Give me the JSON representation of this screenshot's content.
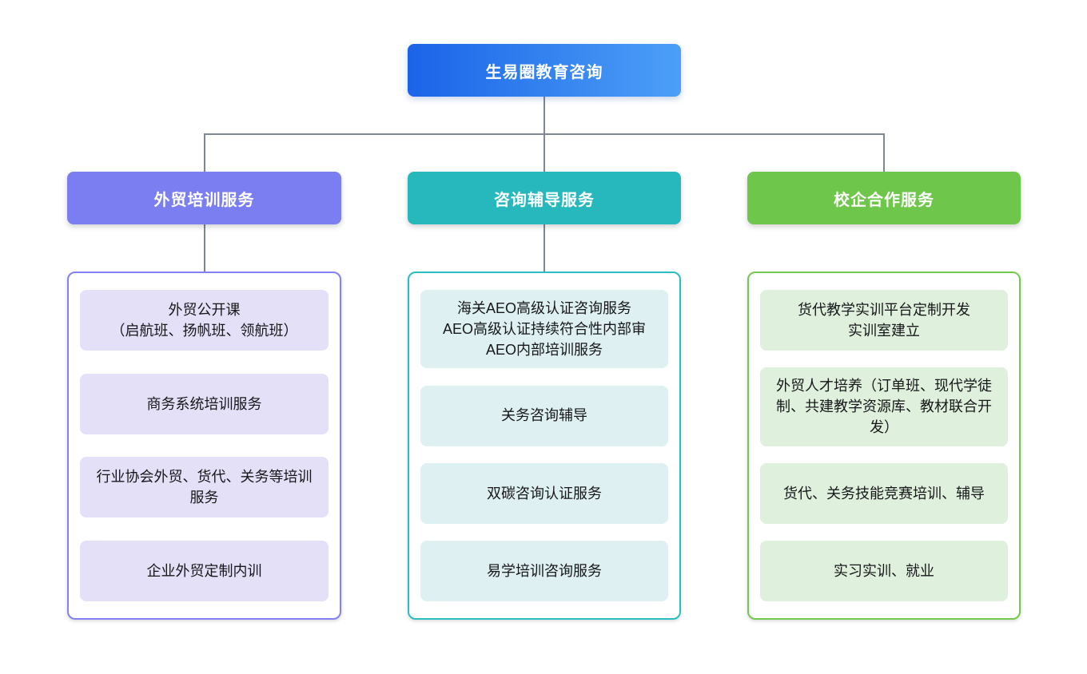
{
  "root": {
    "label": "生易圈教育咨询",
    "gradient_from": "#1b64e8",
    "gradient_to": "#4c9ff7"
  },
  "connector_color": "#7f8791",
  "branches": [
    {
      "label": "外贸培训服务",
      "header_color": "#7b7ef0",
      "border_color": "#8482f2",
      "item_bg": "#e3e0f7",
      "items": [
        "外贸公开课\n（启航班、扬帆班、领航班）",
        "商务系统培训服务",
        "行业协会外贸、货代、关务等培训服务",
        "企业外贸定制内训"
      ]
    },
    {
      "label": "咨询辅导服务",
      "header_color": "#27b8be",
      "border_color": "#2abec3",
      "item_bg": "#def0f2",
      "items": [
        "海关AEO高级认证咨询服务\nAEO高级认证持续符合性内部审\nAEO内部培训服务",
        "关务咨询辅导",
        "双碳咨询认证服务",
        "易学培训咨询服务"
      ]
    },
    {
      "label": "校企合作服务",
      "header_color": "#6ec74a",
      "border_color": "#72ca4e",
      "item_bg": "#dff0dd",
      "items": [
        "货代教学实训平台定制开发\n实训室建立",
        "外贸人才培养（订单班、现代学徒制、共建教学资源库、教材联合开发）",
        "货代、关务技能竞赛培训、辅导",
        "实习实训、就业"
      ]
    }
  ]
}
